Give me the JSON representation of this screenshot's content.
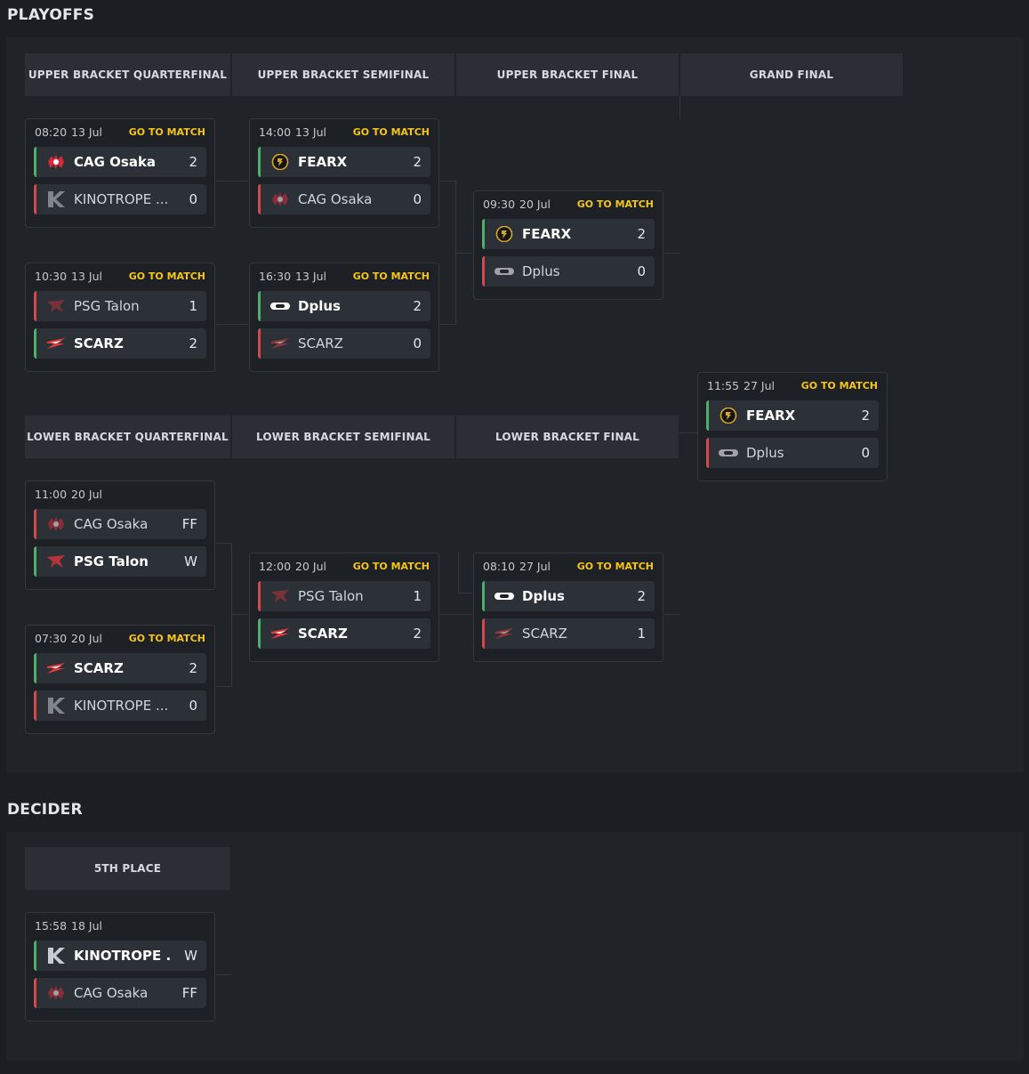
{
  "playoffs": {
    "title": "PLAYOFFS",
    "upper_headers": [
      "UPPER BRACKET QUARTERFINAL",
      "UPPER BRACKET SEMIFINAL",
      "UPPER BRACKET FINAL",
      "GRAND FINAL"
    ],
    "lower_headers": [
      "LOWER BRACKET QUARTERFINAL",
      "LOWER BRACKET SEMIFINAL",
      "LOWER BRACKET FINAL"
    ]
  },
  "decider": {
    "title": "DECIDER",
    "headers": [
      "5TH PLACE"
    ]
  },
  "go_label": "GO TO MATCH",
  "matches": [
    {
      "id": "ubqf1",
      "time": "08:20",
      "date": "13 Jul",
      "go": true,
      "teams": [
        {
          "name": "CAG Osaka",
          "score": "2",
          "logo": "cag-icon",
          "result": "win"
        },
        {
          "name": "KINOTROPE ...",
          "score": "0",
          "logo": "kinotrope-icon",
          "result": "lose"
        }
      ]
    },
    {
      "id": "ubqf2",
      "time": "10:30",
      "date": "13 Jul",
      "go": true,
      "teams": [
        {
          "name": "PSG Talon",
          "score": "1",
          "logo": "psg-talon-icon",
          "result": "lose"
        },
        {
          "name": "SCARZ",
          "score": "2",
          "logo": "scarz-icon",
          "result": "win"
        }
      ]
    },
    {
      "id": "ubsf1",
      "time": "14:00",
      "date": "13 Jul",
      "go": true,
      "teams": [
        {
          "name": "FEARX",
          "score": "2",
          "logo": "fearx-icon",
          "result": "win"
        },
        {
          "name": "CAG Osaka",
          "score": "0",
          "logo": "cag-icon",
          "result": "lose"
        }
      ]
    },
    {
      "id": "ubsf2",
      "time": "16:30",
      "date": "13 Jul",
      "go": true,
      "teams": [
        {
          "name": "Dplus",
          "score": "2",
          "logo": "dplus-icon",
          "result": "win"
        },
        {
          "name": "SCARZ",
          "score": "0",
          "logo": "scarz-icon",
          "result": "lose"
        }
      ]
    },
    {
      "id": "ubf",
      "time": "09:30",
      "date": "20 Jul",
      "go": true,
      "teams": [
        {
          "name": "FEARX",
          "score": "2",
          "logo": "fearx-icon",
          "result": "win"
        },
        {
          "name": "Dplus",
          "score": "0",
          "logo": "dplus-icon",
          "result": "lose"
        }
      ]
    },
    {
      "id": "gf",
      "time": "11:55",
      "date": "27 Jul",
      "go": true,
      "teams": [
        {
          "name": "FEARX",
          "score": "2",
          "logo": "fearx-icon",
          "result": "win"
        },
        {
          "name": "Dplus",
          "score": "0",
          "logo": "dplus-icon",
          "result": "lose"
        }
      ]
    },
    {
      "id": "lbqf1",
      "time": "11:00",
      "date": "20 Jul",
      "go": false,
      "teams": [
        {
          "name": "CAG Osaka",
          "score": "FF",
          "logo": "cag-icon",
          "result": "lose"
        },
        {
          "name": "PSG Talon",
          "score": "W",
          "logo": "psg-talon-icon",
          "result": "win"
        }
      ]
    },
    {
      "id": "lbqf2",
      "time": "07:30",
      "date": "20 Jul",
      "go": true,
      "teams": [
        {
          "name": "SCARZ",
          "score": "2",
          "logo": "scarz-icon",
          "result": "win"
        },
        {
          "name": "KINOTROPE ...",
          "score": "0",
          "logo": "kinotrope-icon",
          "result": "lose"
        }
      ]
    },
    {
      "id": "lbsf",
      "time": "12:00",
      "date": "20 Jul",
      "go": true,
      "teams": [
        {
          "name": "PSG Talon",
          "score": "1",
          "logo": "psg-talon-icon",
          "result": "lose"
        },
        {
          "name": "SCARZ",
          "score": "2",
          "logo": "scarz-icon",
          "result": "win"
        }
      ]
    },
    {
      "id": "lbf",
      "time": "08:10",
      "date": "27 Jul",
      "go": true,
      "teams": [
        {
          "name": "Dplus",
          "score": "2",
          "logo": "dplus-icon",
          "result": "win"
        },
        {
          "name": "SCARZ",
          "score": "1",
          "logo": "scarz-icon",
          "result": "lose"
        }
      ]
    },
    {
      "id": "fifth",
      "time": "15:58",
      "date": "18 Jul",
      "go": false,
      "teams": [
        {
          "name": "KINOTROPE ...",
          "score": "W",
          "logo": "kinotrope-icon",
          "result": "win"
        },
        {
          "name": "CAG Osaka",
          "score": "FF",
          "logo": "cag-icon",
          "result": "lose"
        }
      ]
    }
  ]
}
